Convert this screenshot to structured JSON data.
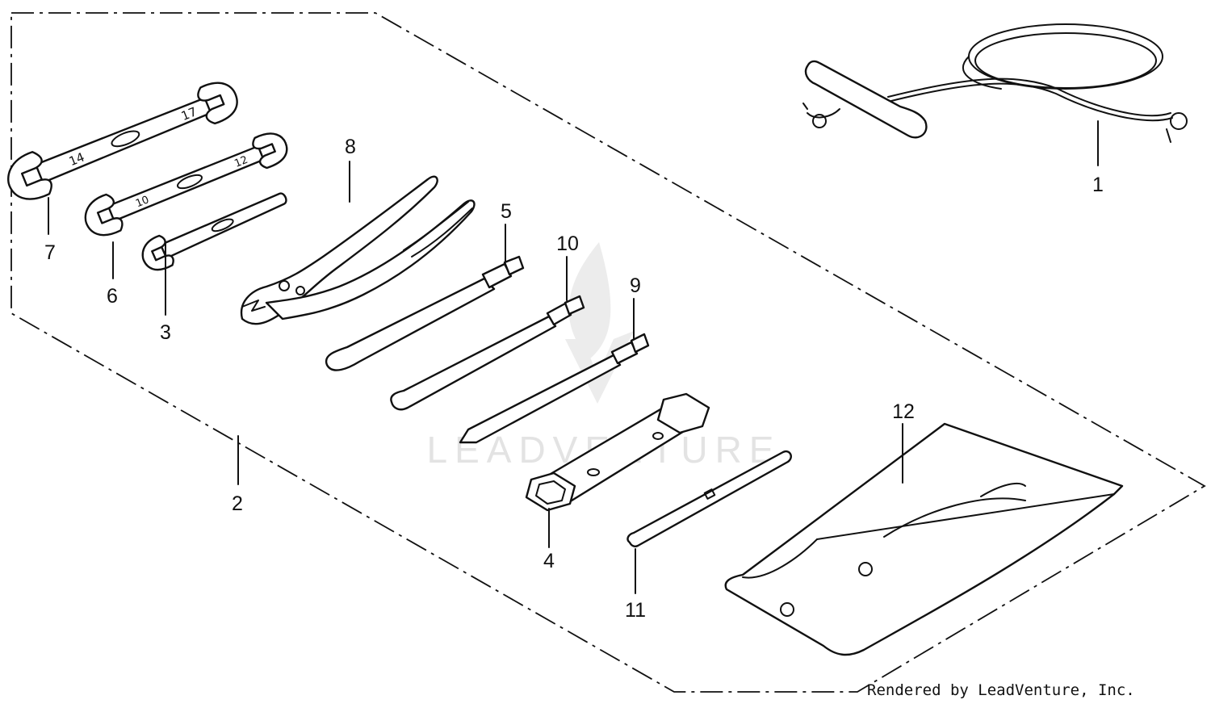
{
  "watermark": {
    "brand": "LEADVENTURE",
    "color": "#e3e3e3"
  },
  "footer": {
    "credit": "Rendered by LeadVenture, Inc."
  },
  "parts": [
    {
      "id": "1",
      "label": "1"
    },
    {
      "id": "2",
      "label": "2"
    },
    {
      "id": "3",
      "label": "3"
    },
    {
      "id": "4",
      "label": "4"
    },
    {
      "id": "5",
      "label": "5"
    },
    {
      "id": "6",
      "label": "6"
    },
    {
      "id": "7",
      "label": "7"
    },
    {
      "id": "8",
      "label": "8"
    },
    {
      "id": "9",
      "label": "9"
    },
    {
      "id": "10",
      "label": "10"
    },
    {
      "id": "11",
      "label": "11"
    },
    {
      "id": "12",
      "label": "12"
    }
  ],
  "wrench_marks": {
    "large_a": "17",
    "large_b": "14",
    "mid_a": "12",
    "mid_b": "10"
  },
  "line_color": "#111111"
}
